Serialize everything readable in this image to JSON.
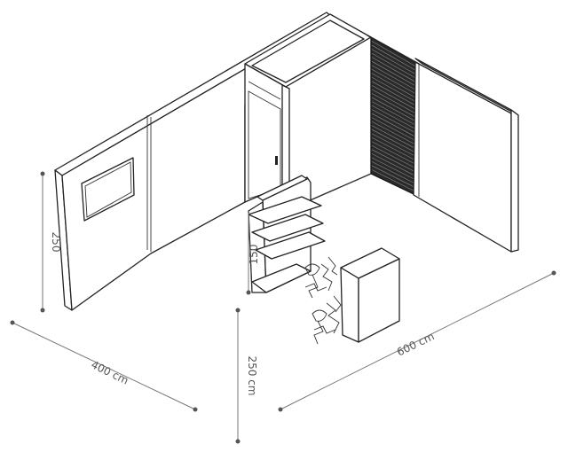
{
  "dimensions": {
    "width_label": "400 cm",
    "depth_label": "600 cm",
    "height_label": "250 cm",
    "wall_height_label": "250",
    "shelf_height_label": "150"
  },
  "colors": {
    "line": "#222222",
    "dimension": "#777777",
    "slat_wall": "#2a2a2a",
    "background": "#ffffff"
  }
}
